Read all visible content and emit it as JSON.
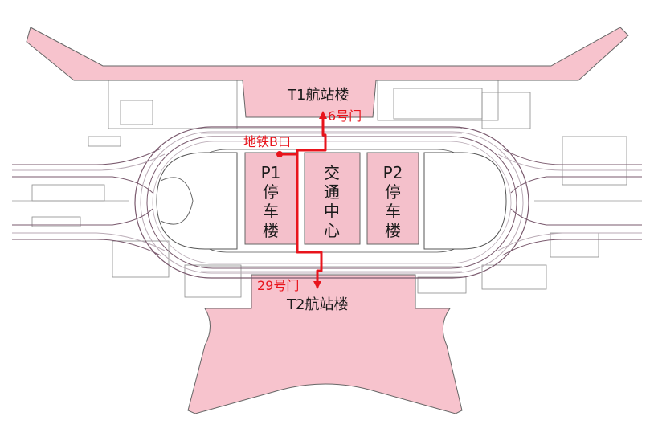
{
  "labels": {
    "t1": "T1航站楼",
    "t2": "T2航站楼",
    "gate6": "6号门",
    "gate29": "29号门",
    "metro_b": "地铁B口",
    "p1": [
      "P1",
      "停",
      "车",
      "楼"
    ],
    "gtc": [
      "交",
      "通",
      "中",
      "心"
    ],
    "p2": [
      "P2",
      "停",
      "车",
      "楼"
    ]
  },
  "colors": {
    "terminal": "#f7c3cd",
    "building": "#f4c0cb",
    "route": "#e8141c",
    "road": "#7a5a6e",
    "road_light": "#b9aab5",
    "outline": "#555555"
  }
}
